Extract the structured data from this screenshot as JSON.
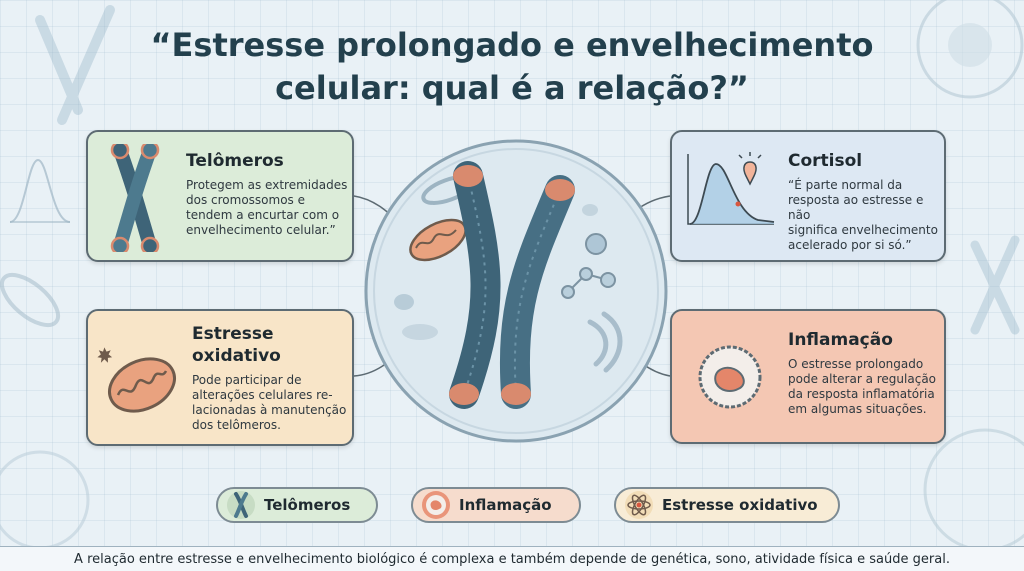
{
  "title": {
    "line1": "“Estresse prolongado e envelhecimento",
    "line2": "celular: qual é a relação?”"
  },
  "cards": {
    "telomeros": {
      "heading": "Telômeros",
      "text": "Protegem as extremidades\ndos cromossomos e\ntendem a encurtar com o\nenvelhecimento celular.”",
      "icon": "chromosome-icon"
    },
    "estresse_oxidativo": {
      "heading_line1": "Estresse",
      "heading_line2": "oxidativo",
      "text": "Pode participar de\nalterações celulares re-\nlacionadas à manutenção\ndos telômeros.",
      "icon": "mitochondrion-icon"
    },
    "cortisol": {
      "heading": "Cortisol",
      "text": "“É parte normal da\nresposta ao estresse e não\nsignifica envelhecimento\nacelerado por si só.”",
      "icon": "hormone-curve-icon"
    },
    "inflamacao": {
      "heading": "Inflamação",
      "text": "O estresse prolongado\npode alterar a regulação\nda resposta inflamatória\nem algumas situações.",
      "icon": "immune-cell-icon"
    }
  },
  "legend": [
    {
      "label": "Telômeros",
      "icon": "chromosome-icon"
    },
    {
      "label": "Inflamação",
      "icon": "immune-cell-icon"
    },
    {
      "label": "Estresse oxidativo",
      "icon": "atom-icon"
    }
  ],
  "footer": "A relação entre estresse e envelhecimento biológico é complexa e também depende de genética, sono, atividade física e saúde geral.",
  "colors": {
    "background": "#e9f1f6",
    "title": "#23404d",
    "telomeros_card": "#dcecd9",
    "oxidativo_card": "#f8e5c8",
    "cortisol_card": "#dde8f3",
    "inflamacao_card": "#f4c7b3",
    "chromosome": "#3e6478",
    "telomere_cap": "#d98a6e"
  }
}
